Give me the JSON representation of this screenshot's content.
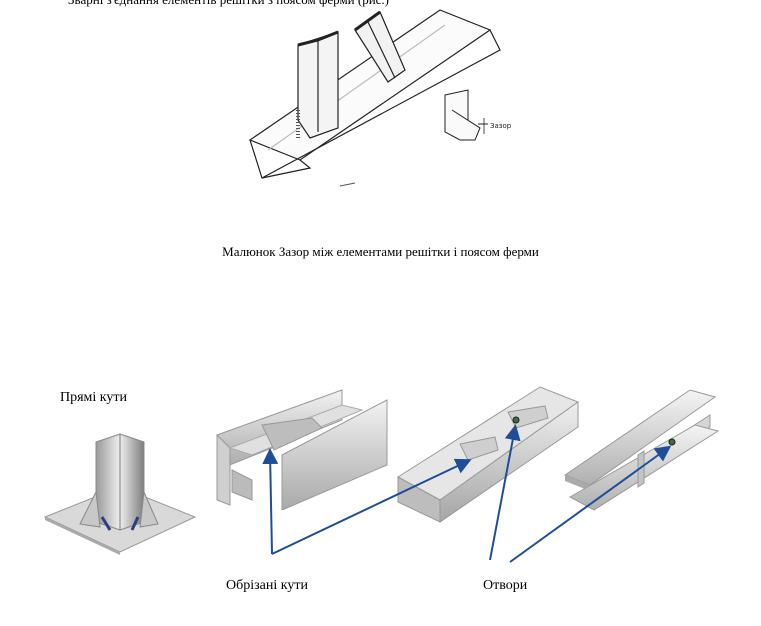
{
  "top_text": "Зварні з'єднання елементів решітки з поясом ферми (рис.)",
  "figure1": {
    "gap_label": "Зазор"
  },
  "caption": "Малюнок Зазор між елементами решітки і поясом ферми",
  "labels": {
    "straight_corners": "Прямі кути",
    "cut_corners": "Обрізані кути",
    "holes": "Отвори"
  },
  "colors": {
    "arrow": "#1f4e99",
    "steel_light": "#e6e6e6",
    "steel_dark": "#8c8c8c",
    "weld": "#2b3f7a"
  }
}
